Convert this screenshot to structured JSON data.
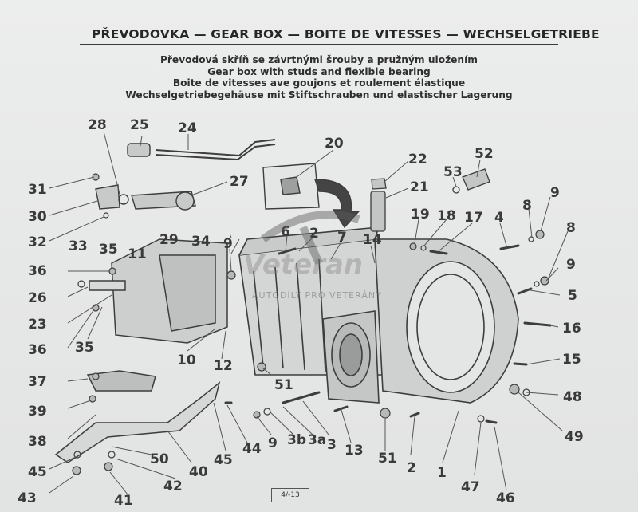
{
  "header": {
    "title": "PŘEVODOVKA — GEAR BOX — BOITE DE VITESSES — WECHSELGETRIEBE"
  },
  "captions": [
    "Převodová skříň se závrtnými šrouby a pružným uložením",
    "Gear box with studs and flexible bearing",
    "Boite de vitesses ave  goujons et roulement élastique",
    "Wechselgetriebegehäuse mit Stiftschrauben und elastischer Lagerung"
  ],
  "watermark": {
    "brand": "Veteran",
    "subtitle": "AUTODÍLY PRO VETERÁNY"
  },
  "footer": {
    "page_ref": "4/-13"
  },
  "parts": [
    {
      "id": "28",
      "label": "28"
    },
    {
      "id": "25",
      "label": "25"
    },
    {
      "id": "24",
      "label": "24"
    },
    {
      "id": "20",
      "label": "20"
    },
    {
      "id": "22",
      "label": "22"
    },
    {
      "id": "52",
      "label": "52"
    },
    {
      "id": "31",
      "label": "31"
    },
    {
      "id": "27",
      "label": "27"
    },
    {
      "id": "21",
      "label": "21"
    },
    {
      "id": "53",
      "label": "53"
    },
    {
      "id": "9a",
      "label": "9"
    },
    {
      "id": "30",
      "label": "30"
    },
    {
      "id": "19",
      "label": "19"
    },
    {
      "id": "18",
      "label": "18"
    },
    {
      "id": "17",
      "label": "17"
    },
    {
      "id": "4",
      "label": "4"
    },
    {
      "id": "8a",
      "label": "8"
    },
    {
      "id": "32",
      "label": "32"
    },
    {
      "id": "33",
      "label": "33"
    },
    {
      "id": "29",
      "label": "29"
    },
    {
      "id": "34",
      "label": "34"
    },
    {
      "id": "6",
      "label": "6"
    },
    {
      "id": "2a",
      "label": "2"
    },
    {
      "id": "7",
      "label": "7"
    },
    {
      "id": "14",
      "label": "14"
    },
    {
      "id": "8b",
      "label": "8"
    },
    {
      "id": "35a",
      "label": "35"
    },
    {
      "id": "11",
      "label": "11"
    },
    {
      "id": "9b",
      "label": "9"
    },
    {
      "id": "9c",
      "label": "9"
    },
    {
      "id": "36a",
      "label": "36"
    },
    {
      "id": "26",
      "label": "26"
    },
    {
      "id": "5",
      "label": "5"
    },
    {
      "id": "23",
      "label": "23"
    },
    {
      "id": "16",
      "label": "16"
    },
    {
      "id": "36b",
      "label": "36"
    },
    {
      "id": "35b",
      "label": "35"
    },
    {
      "id": "10",
      "label": "10"
    },
    {
      "id": "12",
      "label": "12"
    },
    {
      "id": "15",
      "label": "15"
    },
    {
      "id": "37",
      "label": "37"
    },
    {
      "id": "51a",
      "label": "51"
    },
    {
      "id": "48",
      "label": "48"
    },
    {
      "id": "39",
      "label": "39"
    },
    {
      "id": "49",
      "label": "49"
    },
    {
      "id": "38",
      "label": "38"
    },
    {
      "id": "44",
      "label": "44"
    },
    {
      "id": "9d",
      "label": "9"
    },
    {
      "id": "3b",
      "label": "3b"
    },
    {
      "id": "3a",
      "label": "3a"
    },
    {
      "id": "3",
      "label": "3"
    },
    {
      "id": "13",
      "label": "13"
    },
    {
      "id": "51b",
      "label": "51"
    },
    {
      "id": "2b",
      "label": "2"
    },
    {
      "id": "1",
      "label": "1"
    },
    {
      "id": "50",
      "label": "50"
    },
    {
      "id": "40",
      "label": "40"
    },
    {
      "id": "45a",
      "label": "45"
    },
    {
      "id": "45b",
      "label": "45"
    },
    {
      "id": "42",
      "label": "42"
    },
    {
      "id": "43",
      "label": "43"
    },
    {
      "id": "41",
      "label": "41"
    },
    {
      "id": "47",
      "label": "47"
    },
    {
      "id": "46",
      "label": "46"
    }
  ]
}
